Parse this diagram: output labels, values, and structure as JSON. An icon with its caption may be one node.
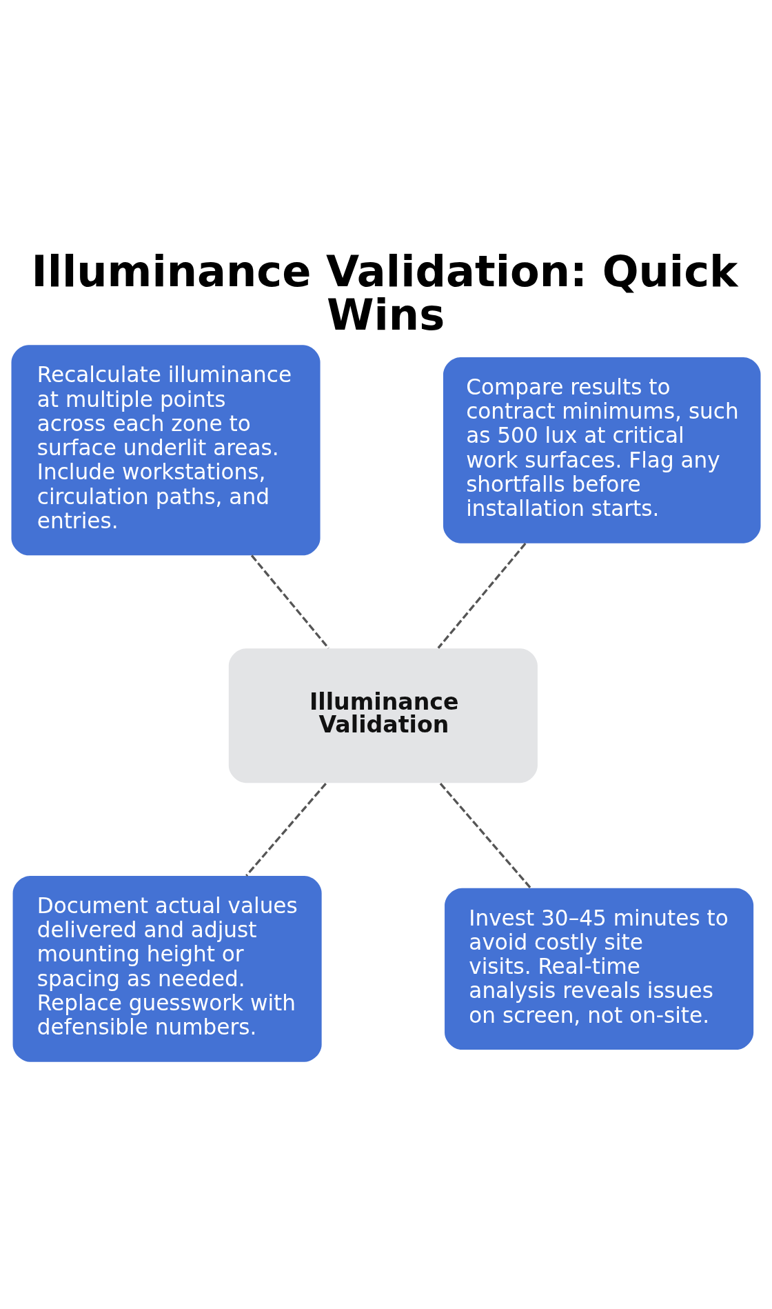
{
  "diagram": {
    "title": "Illuminance Validation: Quick Wins",
    "nodes": [
      {
        "text": [
          "Recalculate illuminance at multiple points across each zone to surface underlit areas. Include workstations, circulation paths, and entries."
        ]
      },
      {
        "text": [
          "Compare results to contract minimums, such as 500 lux at critical work surfaces. Flag any shortfalls before installation starts."
        ]
      },
      {
        "text": [
          "Illuminance Validation"
        ]
      },
      {
        "text": [
          "Document actual values delivered and adjust mounting height or spacing as needed. Replace guesswork with defensible numbers."
        ]
      },
      {
        "text": [
          "Invest 30–45 minutes to avoid costly site visits. Real-time analysis reveals issues on screen, not on-site."
        ]
      }
    ],
    "edges": [
      {
        "from": 0,
        "to": 2,
        "arrow": "none",
        "style": "dashed"
      },
      {
        "from": 1,
        "to": 2,
        "arrow": "none",
        "style": "dashed"
      },
      {
        "from": 2,
        "to": 3,
        "arrow": "none",
        "style": "dashed"
      },
      {
        "from": 2,
        "to": 4,
        "arrow": "none",
        "style": "dashed"
      }
    ]
  }
}
